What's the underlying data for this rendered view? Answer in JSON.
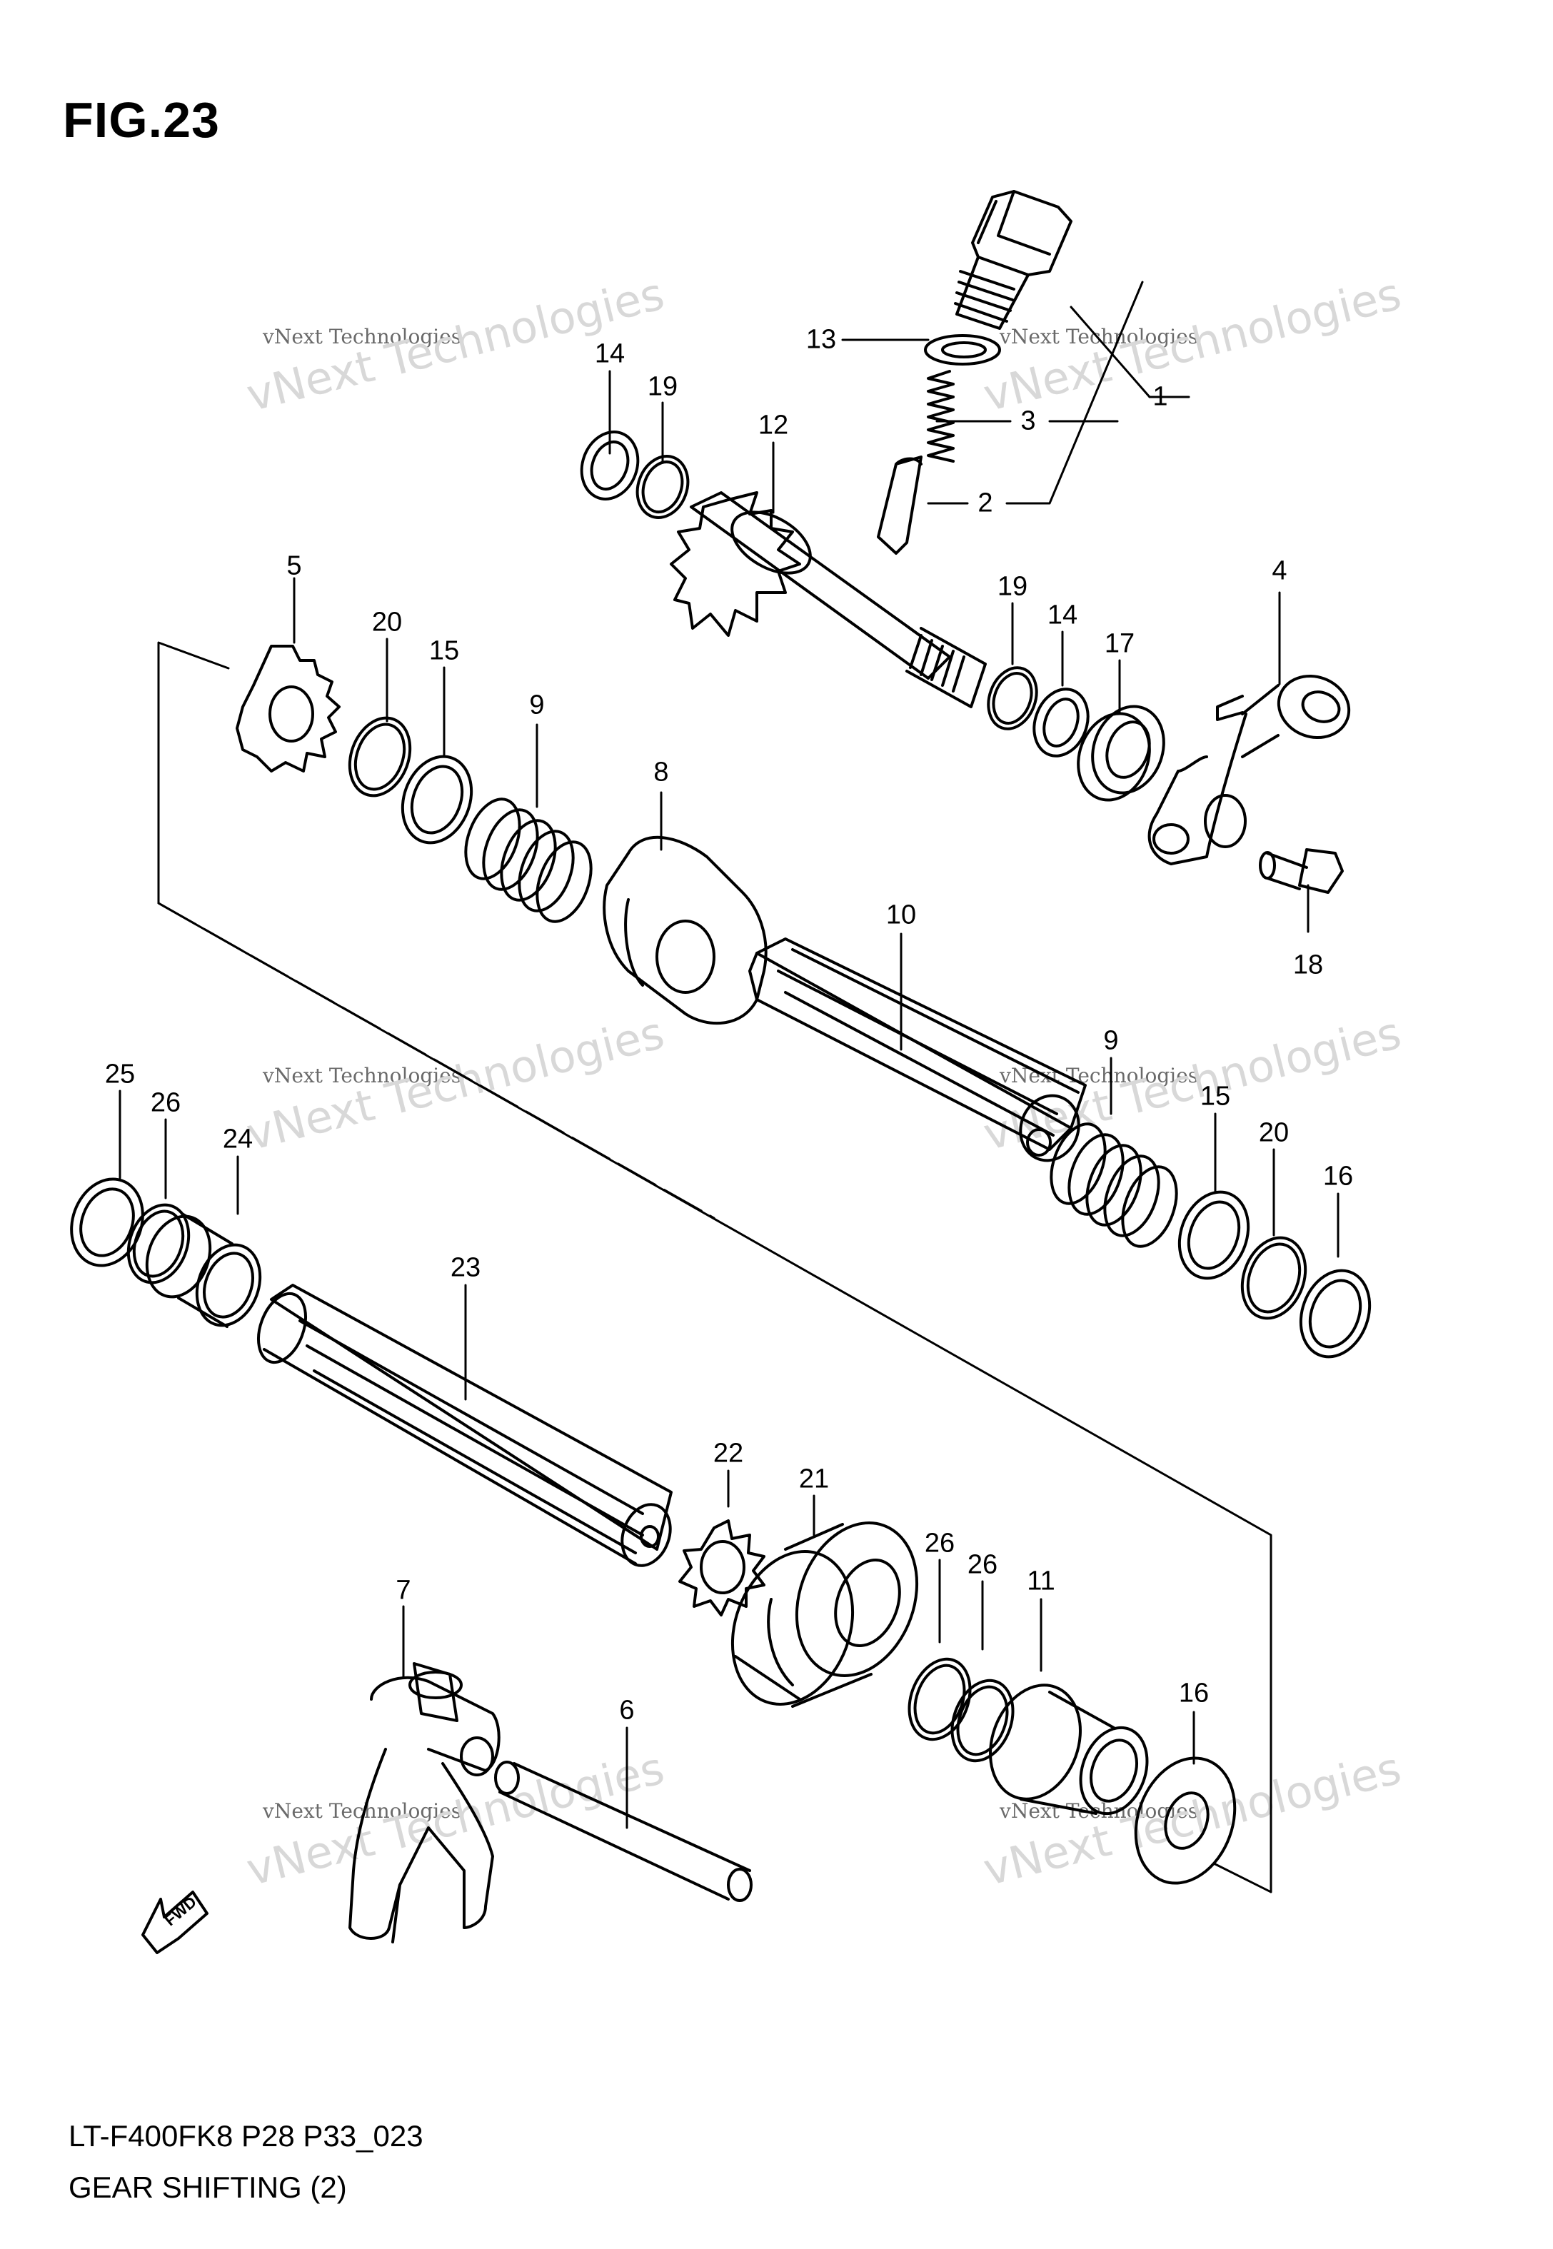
{
  "figure": {
    "title": "FIG.23",
    "model_code": "LT-F400FK8 P28 P33_023",
    "name": "GEAR SHIFTING (2)",
    "fwd_label": "FWD"
  },
  "watermark": {
    "line1": "vNext Technologies",
    "line2": "vNext Technologies"
  },
  "callouts": [
    "1",
    "2",
    "3",
    "4",
    "5",
    "6",
    "7",
    "8",
    "9",
    "9",
    "10",
    "11",
    "12",
    "13",
    "14",
    "14",
    "15",
    "15",
    "16",
    "16",
    "17",
    "18",
    "19",
    "19",
    "20",
    "20",
    "21",
    "22",
    "23",
    "24",
    "25",
    "26",
    "26",
    "26"
  ],
  "colors": {
    "ink": "#000000",
    "watermark": "#d8d8d8",
    "watermark_text": "#6a6a6a"
  }
}
